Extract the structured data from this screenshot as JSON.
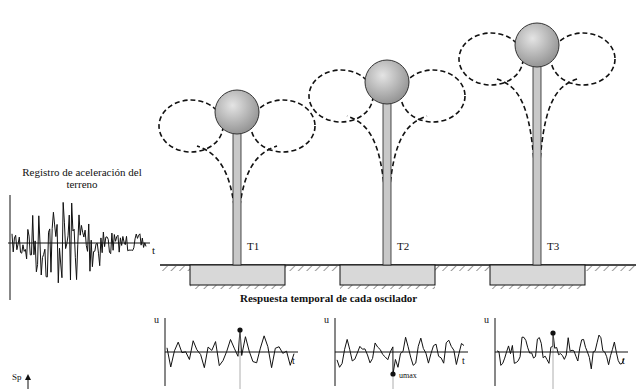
{
  "diagram": {
    "labels": [
      "Registro de aceleración del terreno",
      "t",
      "T1",
      "T2",
      "T3",
      "Respuesta temporal de cada oscilador",
      "u",
      "t",
      "u",
      "umax",
      "t",
      "u",
      "t",
      "Sp"
    ]
  }
}
